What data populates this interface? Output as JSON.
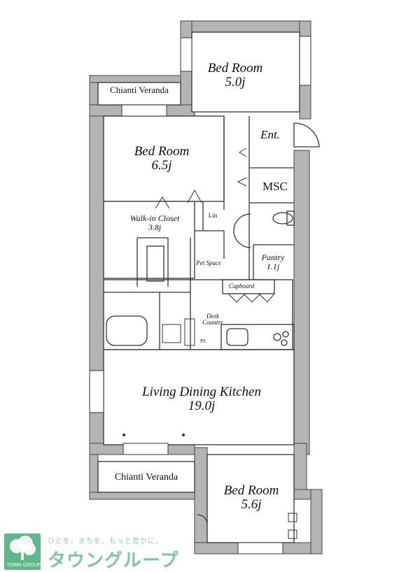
{
  "rooms": {
    "bed_room_north": {
      "name": "Bed Room",
      "size": "5.0j"
    },
    "bed_room_west": {
      "name": "Bed Room",
      "size": "6.5j"
    },
    "bed_room_south": {
      "name": "Bed Room",
      "size": "5.6j"
    },
    "walk_in_closet": {
      "name": "Walk-in Closet",
      "size": "3.8j"
    },
    "ldk": {
      "name": "Living Dining Kitchen",
      "size": "19.0j"
    },
    "pantry": {
      "name": "Pantry",
      "size": "1.1j"
    }
  },
  "labels": {
    "veranda_north": "Chianti Veranda",
    "veranda_south": "Chianti Veranda",
    "entrance": "Ent.",
    "msc": "MSC",
    "linen": "Lin",
    "pet_space": "Pet Space",
    "cupboard": "Cupboard",
    "desk_counter": "Desk Counter",
    "ps": "PS"
  },
  "brand": {
    "tagline": "ひとを、まちを、もっと豊かに。",
    "name": "タウングループ",
    "logo_text": "TOWN GROUP",
    "color": "#5fb88a"
  }
}
